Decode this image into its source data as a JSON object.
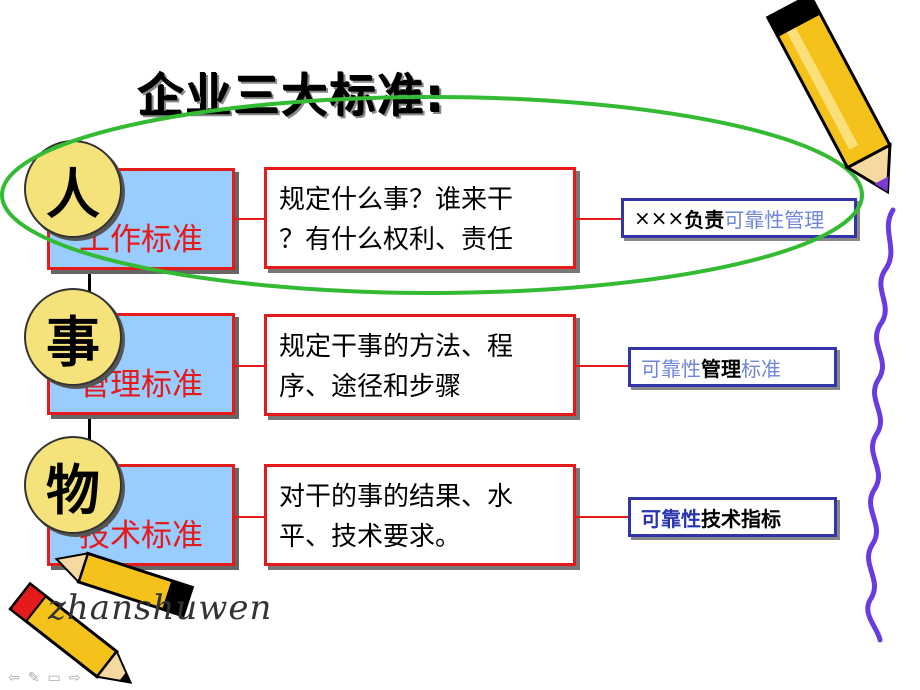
{
  "title": "企业三大标准:",
  "rows": [
    {
      "circle": "人",
      "standard": "工作标准",
      "description_lines": [
        "规定什么事？谁来干",
        "？有什么权利、责任"
      ],
      "tag_parts": [
        "×××",
        "负责",
        "可靠性管理"
      ]
    },
    {
      "circle": "事",
      "standard": "管理标准",
      "description_lines": [
        "规定干事的方法、程",
        "序、途径和步骤"
      ],
      "tag_parts": [
        "可靠性",
        "管理",
        "标准"
      ]
    },
    {
      "circle": "物",
      "standard": "技术标准",
      "description_lines": [
        "对干的事的结果、水",
        "平、技术要求。"
      ],
      "tag_parts": [
        "可靠性",
        "技术指标"
      ]
    }
  ],
  "signature": "zhanshuwen",
  "nav_icons": [
    "prev-icon",
    "pen-icon",
    "menu-icon",
    "next-icon"
  ],
  "colors": {
    "box_fill": "#99ccff",
    "box_border": "#e51a1a",
    "circle_fill": "#f5e27a",
    "ellipse": "#33bb33",
    "tag_border": "#3333aa",
    "squiggle": "#6a3be0"
  }
}
